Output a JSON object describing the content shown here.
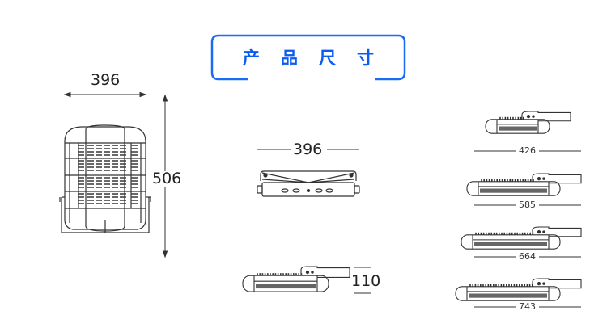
{
  "title": "产品尺寸",
  "colors": {
    "accent": "#1a6cf5",
    "line": "#333333"
  },
  "front_view": {
    "width_label": "396",
    "height_label": "506"
  },
  "top_view": {
    "width_label": "396"
  },
  "side_view": {
    "height_label": "110"
  },
  "length_variants": [
    {
      "label": "426"
    },
    {
      "label": "585"
    },
    {
      "label": "664"
    },
    {
      "label": "743"
    }
  ]
}
